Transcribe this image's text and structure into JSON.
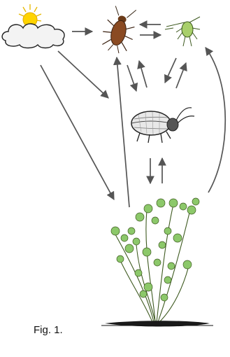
{
  "figure": {
    "caption": "Fig. 1.",
    "nodes": [
      {
        "id": "sun-cloud",
        "name": "sun-and-cloud-icon"
      },
      {
        "id": "cockroach",
        "name": "cockroach-icon"
      },
      {
        "id": "aphid",
        "name": "aphid-icon"
      },
      {
        "id": "beetle",
        "name": "leaf-beetle-icon"
      },
      {
        "id": "plant",
        "name": "plant-icon"
      }
    ],
    "colors": {
      "arrow": "#555555",
      "plant_green": "#8cc86a",
      "sun": "#ffd400",
      "cloud": "#f3f3f3",
      "line": "#222222"
    }
  }
}
